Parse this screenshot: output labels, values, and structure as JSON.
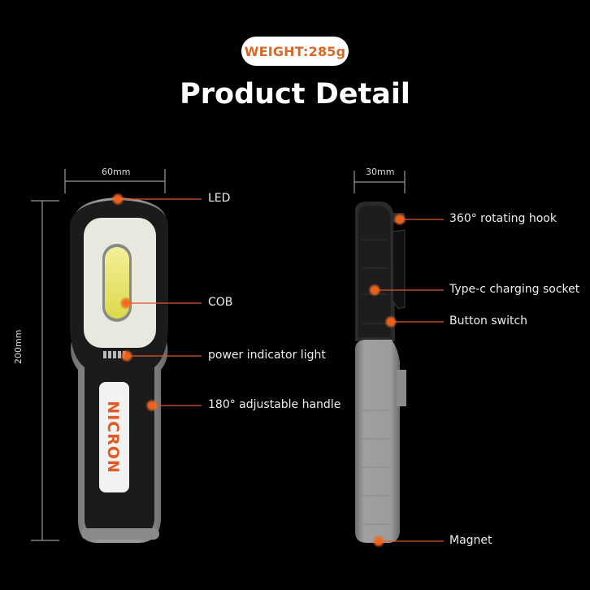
{
  "badge": {
    "weight_label": "WEIGHT:285g"
  },
  "header": {
    "title": "Product Detail"
  },
  "front_view": {
    "width_dimension": "60mm",
    "height_dimension": "200mm",
    "brand": "NICRON",
    "callouts": [
      {
        "label": "LED"
      },
      {
        "label": "COB"
      },
      {
        "label": "power indicator light"
      },
      {
        "label": "180° adjustable handle"
      }
    ]
  },
  "side_view": {
    "depth_dimension": "30mm",
    "callouts": [
      {
        "label": "360° rotating hook"
      },
      {
        "label": "Type-c charging socket"
      },
      {
        "label": "Button switch"
      },
      {
        "label": "Magnet"
      }
    ]
  },
  "colors": {
    "accent": "#e8621d",
    "background": "#000000",
    "badge_text": "#d9692a"
  }
}
